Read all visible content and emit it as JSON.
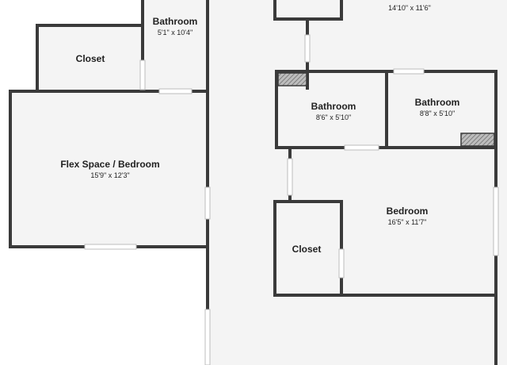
{
  "plan": {
    "rooms": {
      "top_room": {
        "dims": "14'10\" x 11'6\""
      },
      "bathroom_top": {
        "name": "Bathroom",
        "dims": "5'1\" x 10'4\""
      },
      "closet_left": {
        "name": "Closet"
      },
      "flex_space": {
        "name": "Flex Space / Bedroom",
        "dims": "15'9\" x 12'3\""
      },
      "bathroom_mid": {
        "name": "Bathroom",
        "dims": "8'6\" x 5'10\""
      },
      "bathroom_right": {
        "name": "Bathroom",
        "dims": "8'8\" x 5'10\""
      },
      "bedroom": {
        "name": "Bedroom",
        "dims": "16'5\" x 11'7\""
      },
      "closet_right": {
        "name": "Closet"
      }
    },
    "colors": {
      "wall": "#3a3a3a",
      "floor": "#f4f4f4",
      "window": "#ffffff"
    }
  }
}
